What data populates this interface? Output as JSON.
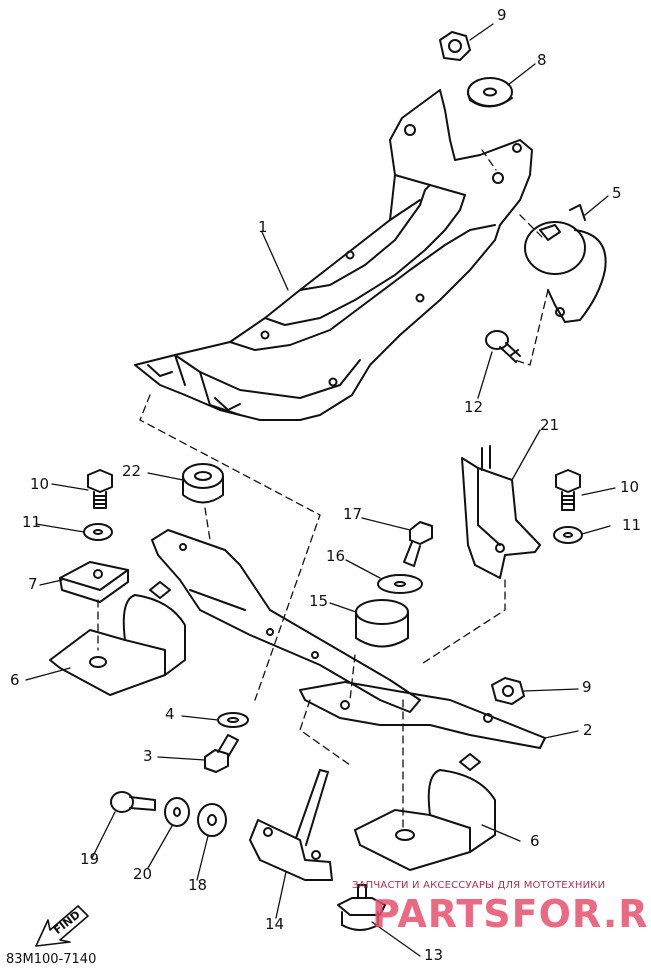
{
  "callouts": [
    "9",
    "8",
    "5",
    "1",
    "12",
    "21",
    "22",
    "10",
    "10",
    "11",
    "11",
    "17",
    "7",
    "16",
    "15",
    "6",
    "9",
    "4",
    "2",
    "3",
    "19",
    "20",
    "18",
    "14",
    "6",
    "13"
  ],
  "diagram_code": "83M100-7140",
  "find_label": "FIND",
  "watermark": {
    "top_text": "ЗАПЧАСТИ И АКСЕССУАРЫ ДЛЯ МОТОТЕХНИКИ",
    "logo_text": "PARTSFOR.RU"
  }
}
